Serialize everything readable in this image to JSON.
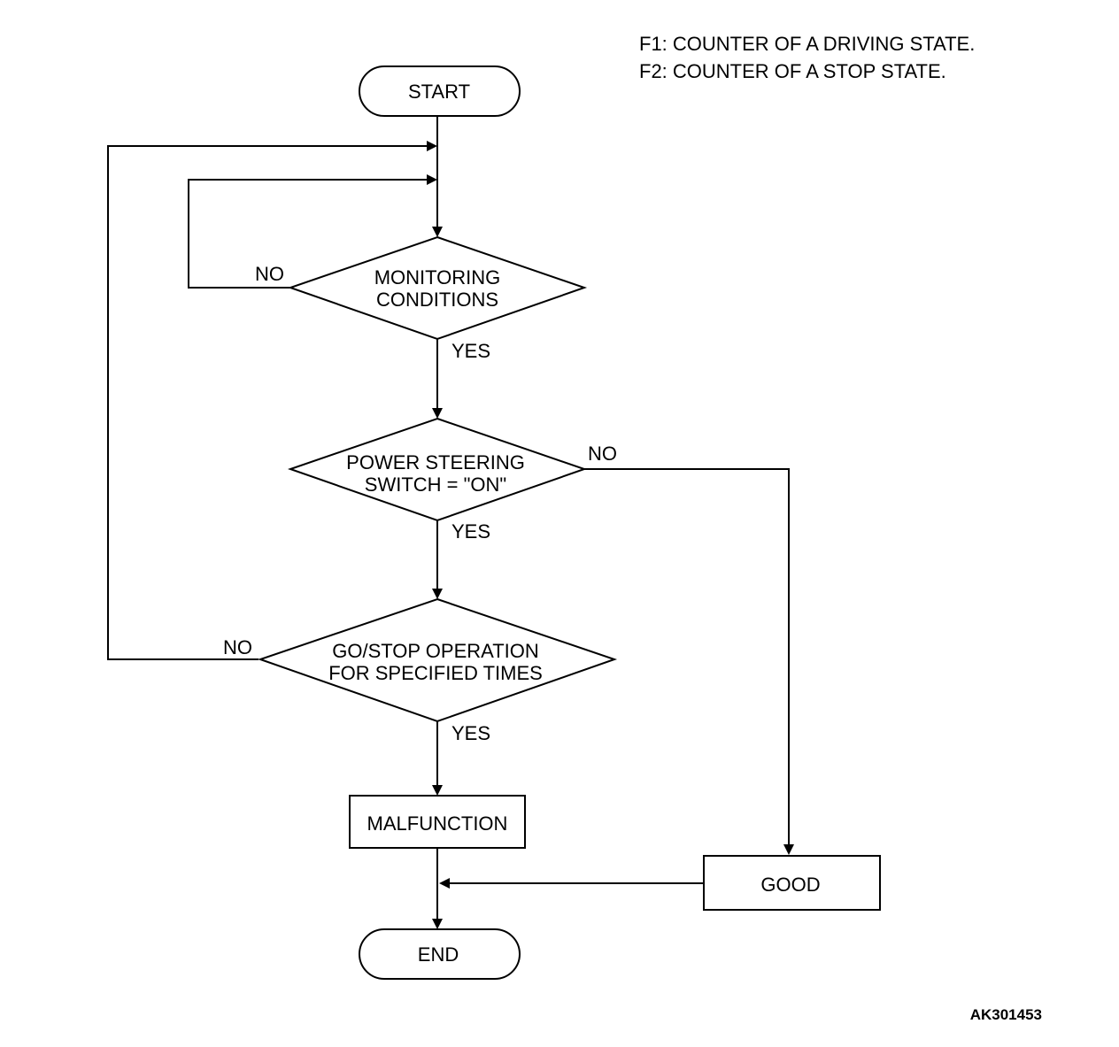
{
  "legend": {
    "line1": "F1: COUNTER OF A DRIVING STATE.",
    "line2": "F2: COUNTER OF A STOP STATE."
  },
  "nodes": {
    "start": "START",
    "monitoring_line1": "MONITORING",
    "monitoring_line2": "CONDITIONS",
    "ps_line1": "POWER STEERING",
    "ps_line2": "SWITCH = \"ON\"",
    "gostop_line1": "GO/STOP OPERATION",
    "gostop_line2": "FOR SPECIFIED TIMES",
    "malfunction": "MALFUNCTION",
    "good": "GOOD",
    "end": "END"
  },
  "labels": {
    "no_monitoring": "NO",
    "yes_monitoring": "YES",
    "no_ps": "NO",
    "yes_ps": "YES",
    "no_gostop": "NO",
    "yes_gostop": "YES"
  },
  "figure_id": "AK301453"
}
